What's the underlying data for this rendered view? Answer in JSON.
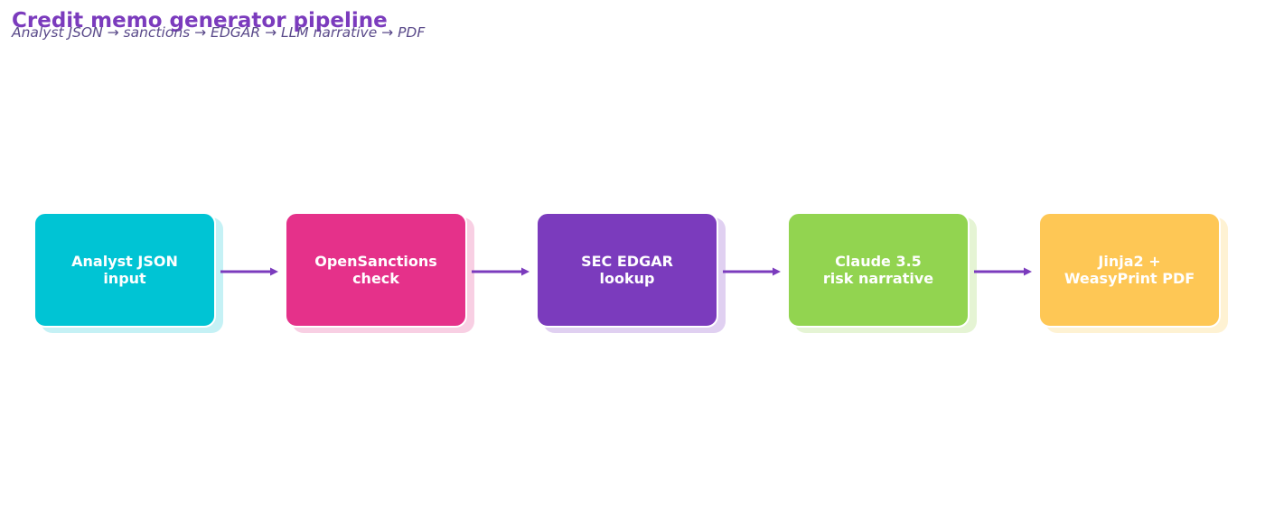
{
  "header": {
    "title": "Credit memo generator pipeline",
    "subtitle": "Analyst JSON → sanctions → EDGAR → LLM narrative → PDF"
  },
  "colors": {
    "title": "#7b3bbd",
    "subtitle": "#5a4a8a",
    "arrow": "#7b3bbd",
    "card_text": "#ffffff"
  },
  "stages": [
    {
      "lines": [
        "Analyst JSON",
        "input"
      ],
      "color": "#00c4d4",
      "shadow": "#c5f1f5"
    },
    {
      "lines": [
        "OpenSanctions",
        "check"
      ],
      "color": "#e5318a",
      "shadow": "#f8cfe3"
    },
    {
      "lines": [
        "SEC EDGAR",
        "lookup"
      ],
      "color": "#7b3bbd",
      "shadow": "#e0d0f1"
    },
    {
      "lines": [
        "Claude 3.5",
        "risk narrative"
      ],
      "color": "#92d450",
      "shadow": "#e5f4d4"
    },
    {
      "lines": [
        "Jinja2 +",
        "WeasyPrint PDF"
      ],
      "color": "#fec755",
      "shadow": "#fef2d3"
    }
  ]
}
